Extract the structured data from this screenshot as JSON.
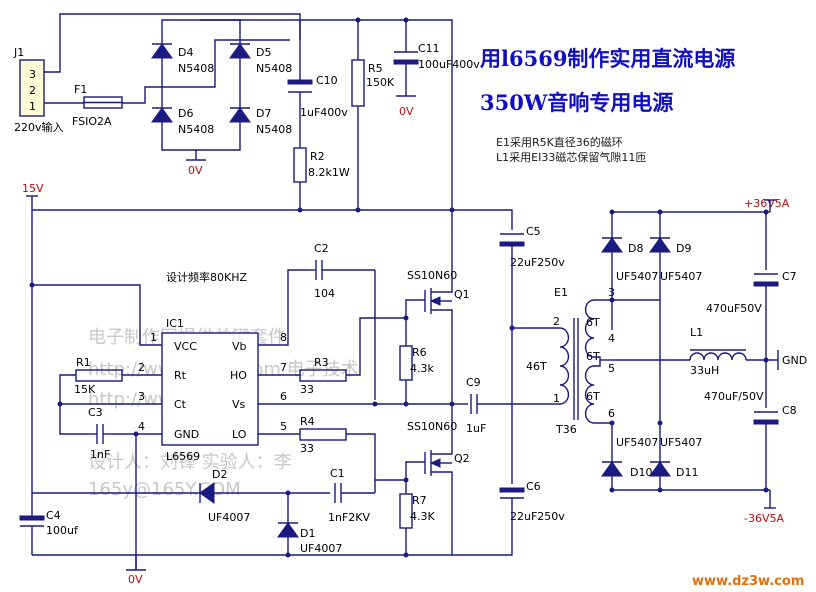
{
  "title": {
    "line1": "用l6569制作实用直流电源",
    "line2": "350W音响专用电源"
  },
  "notes": [
    "E1采用R5K直径36的磁环",
    "L1采用EI33磁芯保留气隙11匝"
  ],
  "freq_note": "设计频率80KHZ",
  "watermark": [
    "电子制作网提供关键套件",
    "http://www.dz3w.com    电子技术",
    "http://www          (图书站",
    "设计人：刘锋    实验人：李",
    "165y@165Y.COM"
  ],
  "site": "www.dz3w.com",
  "input": {
    "ref": "J1",
    "desc": "220v输入",
    "pins": [
      "3",
      "2",
      "1"
    ]
  },
  "fuse": {
    "ref": "F1",
    "value": "FSIO2A"
  },
  "diodes": [
    {
      "ref": "D4",
      "value": "N5408"
    },
    {
      "ref": "D5",
      "value": "N5408"
    },
    {
      "ref": "D6",
      "value": "N5408"
    },
    {
      "ref": "D7",
      "value": "N5408"
    },
    {
      "ref": "D2",
      "value": "UF4007"
    },
    {
      "ref": "D1",
      "value": "UF4007"
    },
    {
      "ref": "D8",
      "value": "UF5407"
    },
    {
      "ref": "D9",
      "value": "UF5407"
    },
    {
      "ref": "D10",
      "value": "UF5407"
    },
    {
      "ref": "D11",
      "value": "UF5407"
    }
  ],
  "capacitors": {
    "C10": {
      "ref": "C10",
      "value": "1uF400v"
    },
    "C11": {
      "ref": "C11",
      "value": "100uF400v"
    },
    "C2": {
      "ref": "C2",
      "value": "104"
    },
    "C3": {
      "ref": "C3",
      "value": "1nF"
    },
    "C4": {
      "ref": "C4",
      "value": "100uf"
    },
    "C1": {
      "ref": "C1",
      "value": "1nF2KV"
    },
    "C5": {
      "ref": "C5",
      "value": "22uF250v"
    },
    "C6": {
      "ref": "C6",
      "value": "22uF250v"
    },
    "C9": {
      "ref": "C9",
      "value": "1uF"
    },
    "C7": {
      "ref": "C7",
      "value": "470uF50V"
    },
    "C8": {
      "ref": "C8",
      "value": "470uF/50V"
    }
  },
  "resistors": {
    "R2": {
      "ref": "R2",
      "value": "8.2k1W"
    },
    "R5": {
      "ref": "R5",
      "value": "150K"
    },
    "R1": {
      "ref": "R1",
      "value": "15K"
    },
    "R3": {
      "ref": "R3",
      "value": "33"
    },
    "R4": {
      "ref": "R4",
      "value": "33"
    },
    "R6": {
      "ref": "R6",
      "value": "4.3k"
    },
    "R7": {
      "ref": "R7",
      "value": "4.3K"
    }
  },
  "mosfets": [
    {
      "ref": "Q1",
      "value": "SS10N60"
    },
    {
      "ref": "Q2",
      "value": "SS10N60"
    }
  ],
  "ic": {
    "ref": "IC1",
    "value": "L6569",
    "left_pins": [
      {
        "num": "1",
        "name": "VCC"
      },
      {
        "num": "2",
        "name": "Rt"
      },
      {
        "num": "3",
        "name": "Ct"
      },
      {
        "num": "4",
        "name": "GND"
      }
    ],
    "right_pins": [
      {
        "num": "8",
        "name": "Vb"
      },
      {
        "num": "7",
        "name": "HO"
      },
      {
        "num": "6",
        "name": "Vs"
      },
      {
        "num": "5",
        "name": "LO"
      }
    ]
  },
  "transformer": {
    "ref": "E1",
    "core": "T36",
    "primary": "46T",
    "sec1": "6T",
    "sec2": "6T",
    "sec3": "6T",
    "pins": [
      "2",
      "1",
      "3",
      "4",
      "5",
      "6"
    ]
  },
  "inductor": {
    "ref": "L1",
    "value": "33uH"
  },
  "rails": {
    "vplus": "+36V5A",
    "vminus": "-36V5A",
    "gnd": "GND",
    "v15": "15V",
    "zero": "0V"
  }
}
